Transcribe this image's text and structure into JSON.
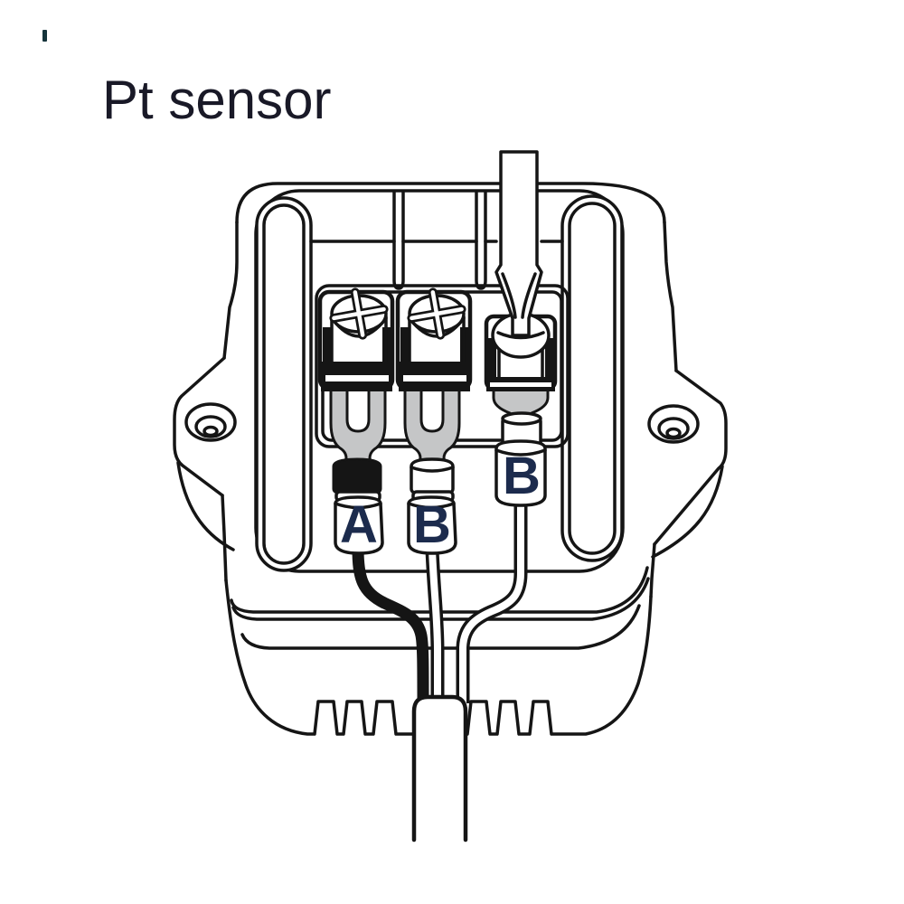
{
  "title": {
    "text": "Pt sensor",
    "color": "#191927"
  },
  "corner_mark": {
    "color": "#15343b"
  },
  "diagram": {
    "kind": "wiring-illustration",
    "subject": "Pt sensor terminal box with three screw terminals; a flat-blade screwdriver tightens the right terminal",
    "colors": {
      "line": "#151515",
      "connector_gray": "#c5c6c7",
      "label_text": "#1c2b4d",
      "background": "#ffffff",
      "wire_a_sleeve": "#151515"
    },
    "terminals": [
      {
        "position": "left",
        "wire_label": "A",
        "wire_color": "black",
        "sleeve": "black",
        "connector": "fork"
      },
      {
        "position": "middle",
        "wire_label": "B",
        "wire_color": "white",
        "sleeve": "white",
        "connector": "fork"
      },
      {
        "position": "right",
        "wire_label": "B",
        "wire_color": "white",
        "sleeve": "white",
        "connector": "fork",
        "tool": "flat-blade screwdriver"
      }
    ]
  }
}
